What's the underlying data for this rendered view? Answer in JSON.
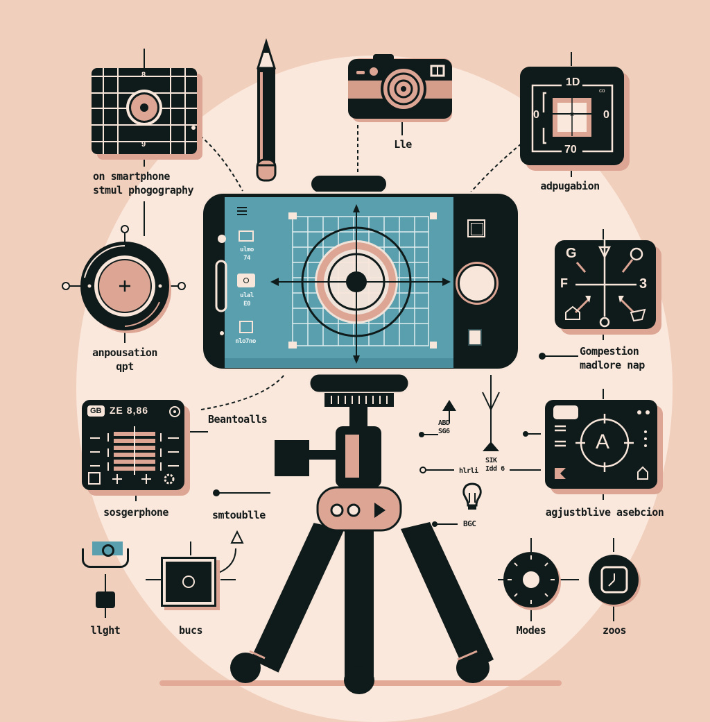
{
  "title": "Smartphone tripod photography diagram",
  "colors": {
    "background": "#f1cfbd",
    "glow": "#fbe8dc",
    "ink": "#0f1a1a",
    "accent_pink": "#dca594",
    "screen_teal": "#5a9fae",
    "cream": "#f8e6da"
  },
  "labels": {
    "grid_card": "on smartphone\nstmul phogography",
    "camera": "Lle",
    "adjust_card": "adpugabion",
    "lens_dial": "anpousation\nqpt",
    "composition_card": "Gompestion\nmadlore nap",
    "beantoalls": "Beantoalls",
    "settings_card": "sosgerphone",
    "slider": "smtoublle",
    "light": "llght",
    "bucs": "bucs",
    "modes": "Modes",
    "zoos": "zoos",
    "auto_card": "agjustblive asebcion",
    "mount_a": "ABD\nSG6",
    "mount_b": "SIK\nIdd 6",
    "mount_c": "hlrli",
    "bulb": "BGC"
  },
  "grid_card": {
    "top_value": "8",
    "bottom_value": "9"
  },
  "adjust_card": {
    "top_value": "1D",
    "bottom_value": "70",
    "left_value": "0",
    "right_value": "0",
    "corner_tag": "co"
  },
  "composition_card": {
    "left_glyph": "F",
    "right_glyph": "3",
    "top_left": "G"
  },
  "settings_card": {
    "badge": "GB",
    "readout": "ZE 8,86"
  },
  "auto_card": {
    "mode_letter": "A"
  },
  "phone": {
    "screen_labels": [
      "ulmo\n74",
      "ulal\nE0",
      "nlo7no"
    ],
    "icons": [
      "menu-icon",
      "frame-icon",
      "record-icon",
      "grid-icon",
      "gallery-icon",
      "shutter-button",
      "settings-icon"
    ]
  }
}
